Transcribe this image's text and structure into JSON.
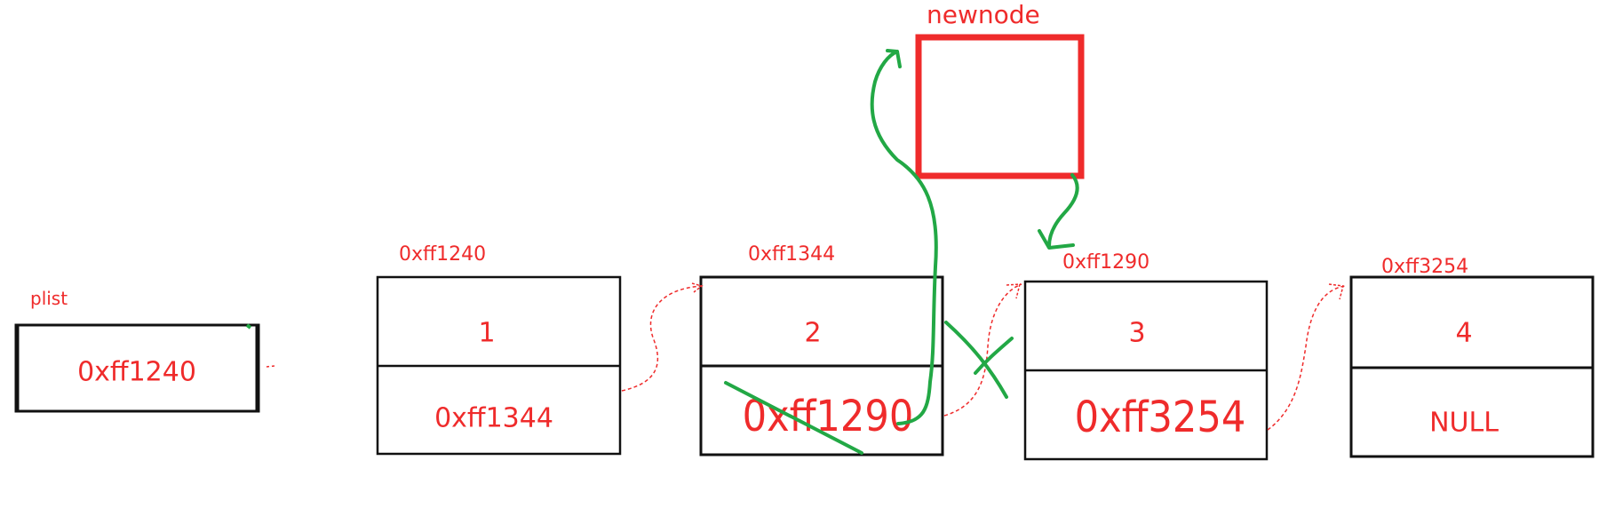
{
  "plist": {
    "label": "plist",
    "value": "0xff1240"
  },
  "nodes": [
    {
      "address": "0xff1240",
      "data": "1",
      "next": "0xff1344"
    },
    {
      "address": "0xff1344",
      "data": "2",
      "next": "0xff1290"
    },
    {
      "address": "0xff1290",
      "data": "3",
      "next": "0xff3254"
    },
    {
      "address": "0xff3254",
      "data": "4",
      "next": "NULL"
    }
  ],
  "newnode": {
    "label": "newnode"
  },
  "colors": {
    "ink": "#111111",
    "red": "#ef2b2b",
    "green": "#22a845"
  }
}
